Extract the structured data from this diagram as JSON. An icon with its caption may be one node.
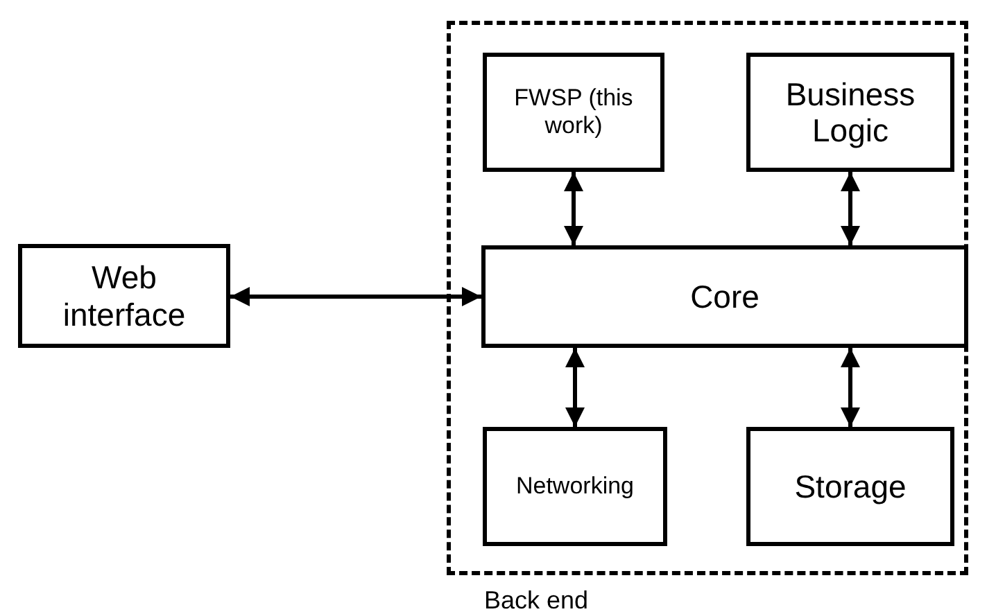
{
  "diagram": {
    "nodes": [
      {
        "text": [
          "Back end"
        ]
      },
      {
        "text": [
          "FWSP (this work)"
        ],
        "in": 0
      },
      {
        "text": [
          "Business Logic"
        ],
        "in": 0
      },
      {
        "text": [
          "Web interface"
        ]
      },
      {
        "text": [
          "Core"
        ],
        "in": 0
      },
      {
        "text": [
          "Networking"
        ],
        "in": 0
      },
      {
        "text": [
          "Storage"
        ],
        "in": 0
      }
    ],
    "edges": [
      {
        "from": 1,
        "to": 4,
        "arrow": "both"
      },
      {
        "from": 2,
        "to": 4,
        "arrow": "both"
      },
      {
        "from": 3,
        "to": 4,
        "arrow": "both"
      },
      {
        "from": 4,
        "to": 5,
        "arrow": "both"
      },
      {
        "from": 4,
        "to": 6,
        "arrow": "both"
      }
    ]
  }
}
